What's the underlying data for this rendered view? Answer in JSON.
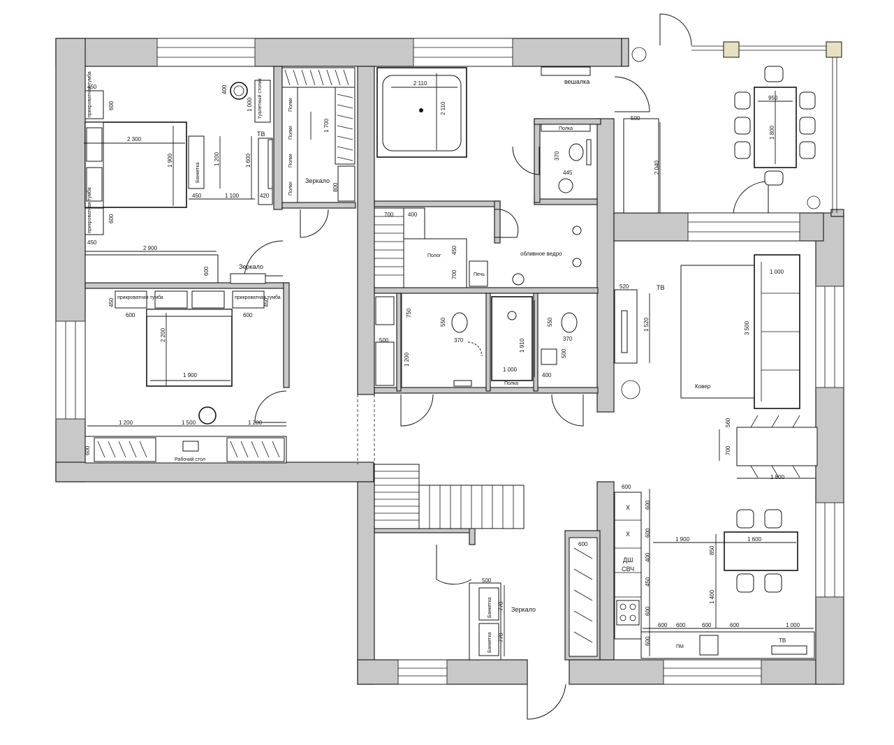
{
  "labels": {
    "veshalka": "вешалка",
    "zerkalo_top": "Зеркало",
    "zerkalo_bed": "Зеркало",
    "zerkalo_hall": "Зеркало",
    "banketka_bed": "Банкетка",
    "banketka_hall_1": "Банкетка",
    "banketka_hall_2": "Банкетка",
    "tv_bed": "ТВ",
    "tv_living": "ТВ",
    "tv_kitchen": "ТВ",
    "desk": "Рабочий стол",
    "polka_wc": "Полка",
    "polka_sauna": "Полог",
    "pech": "Печь",
    "obl_vedro": "облив­ное ведро",
    "polki_1": "Полки",
    "polki_2": "Полки",
    "polki_3": "Полки",
    "polki_4": "Полки",
    "polka_shower": "Полка",
    "kover": "Ковер",
    "dsh": "ДШ",
    "svch": "СВЧ",
    "pm": "ПМ",
    "x1": "Х",
    "x2": "Х",
    "tualet_stol": "туалетный столик",
    "prikr_1": "прикроватная тумба",
    "prikr_2": "прикроватная тумба",
    "prikr_3": "прикроватная тумба",
    "prikr_4": "прикроватная тумба"
  },
  "dims": {
    "d450a": "450",
    "d600a": "600",
    "d2300": "2 300",
    "d1900a": "1 900",
    "d1200a": "1 200",
    "d450b": "450",
    "d1100": "1 100",
    "d420": "420",
    "d450c": "450",
    "d600b": "600",
    "d400a": "400",
    "d1000a": "1 000",
    "d1600a": "1 600",
    "d1700": "1 700",
    "d800": "800",
    "d2900": "2 900",
    "d600c": "600",
    "d2110a": "2 110",
    "d2110b": "2 110",
    "d370a": "370",
    "d445": "445",
    "d500a": "500",
    "d2040": "2 040",
    "d950": "950",
    "d1800a": "1 800",
    "d700a": "700",
    "d400b": "400",
    "d450d": "450",
    "d700b": "700",
    "d520": "520",
    "d1520": "1 520",
    "d3500": "3 500",
    "d1000b": "1 000",
    "d450e": "450",
    "d600d": "600",
    "d2200": "2 200",
    "d1900b": "1 900",
    "d600e": "600",
    "d450f": "450",
    "d750": "750",
    "d500b": "500",
    "d1200b": "1 200",
    "d550a": "550",
    "d370b": "370",
    "d1910": "1 910",
    "d1000c": "1 000",
    "d550b": "550",
    "d370c": "370",
    "d500c": "500",
    "d400c": "400",
    "d1200c": "1 200",
    "d1500": "1 500",
    "d1200d": "1 200",
    "d600f": "600",
    "d560": "560",
    "d700c": "700",
    "d1800b": "1 800",
    "d600g": "600",
    "d600h": "600",
    "d600i": "600",
    "d400d": "400",
    "d450g": "450",
    "d600j": "600",
    "d600k": "600",
    "d1900c": "1 900",
    "d1600b": "1 600",
    "d850": "850",
    "d1400": "1 400",
    "d600l": "600",
    "d600m": "600",
    "d600n": "600",
    "d600o": "600",
    "d1000d": "1 000",
    "d500d": "500",
    "d770a": "770",
    "d770b": "770",
    "d600p": "600"
  }
}
